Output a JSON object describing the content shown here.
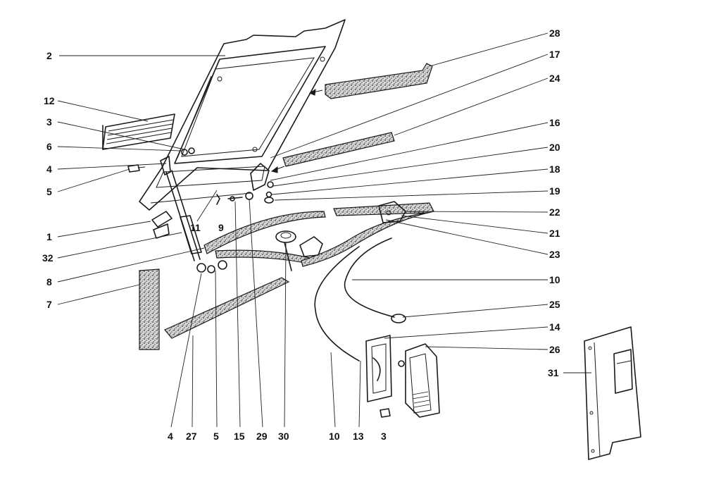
{
  "diagram": {
    "callouts_left": [
      "2",
      "12",
      "3",
      "6",
      "4",
      "5",
      "1",
      "32",
      "8",
      "7"
    ],
    "callouts_right": [
      "28",
      "17",
      "24",
      "16",
      "20",
      "18",
      "19",
      "22",
      "21",
      "23",
      "10",
      "25",
      "14",
      "26",
      "31"
    ],
    "callouts_bottom": [
      "4",
      "27",
      "5",
      "15",
      "29",
      "30",
      "10",
      "13",
      "3"
    ],
    "callouts_inline": [
      "11",
      "9"
    ]
  }
}
